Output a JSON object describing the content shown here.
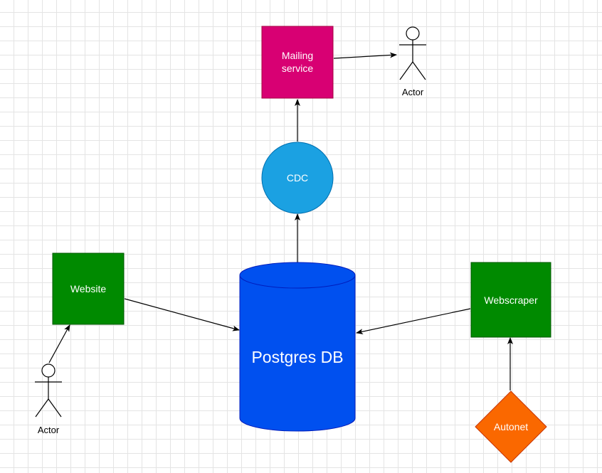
{
  "nodes": {
    "mailing_service": {
      "label_line1": "Mailing",
      "label_line2": "service",
      "color": "#d80073"
    },
    "cdc": {
      "label": "CDC",
      "color": "#1ba1e2"
    },
    "postgres": {
      "label": "Postgres DB",
      "color": "#0050ef"
    },
    "website": {
      "label": "Website",
      "color": "#008a00"
    },
    "webscraper": {
      "label": "Webscraper",
      "color": "#008a00"
    },
    "autonet": {
      "label": "Autonet",
      "color": "#fa6800"
    }
  },
  "actors": {
    "mail_recipient": {
      "label": "Actor"
    },
    "website_user": {
      "label": "Actor"
    }
  },
  "connections": [
    {
      "from": "mailing_service",
      "to": "mail_recipient"
    },
    {
      "from": "cdc",
      "to": "mailing_service"
    },
    {
      "from": "postgres",
      "to": "cdc"
    },
    {
      "from": "website",
      "to": "postgres"
    },
    {
      "from": "webscraper",
      "to": "postgres"
    },
    {
      "from": "website_user",
      "to": "website"
    },
    {
      "from": "autonet",
      "to": "webscraper"
    }
  ]
}
